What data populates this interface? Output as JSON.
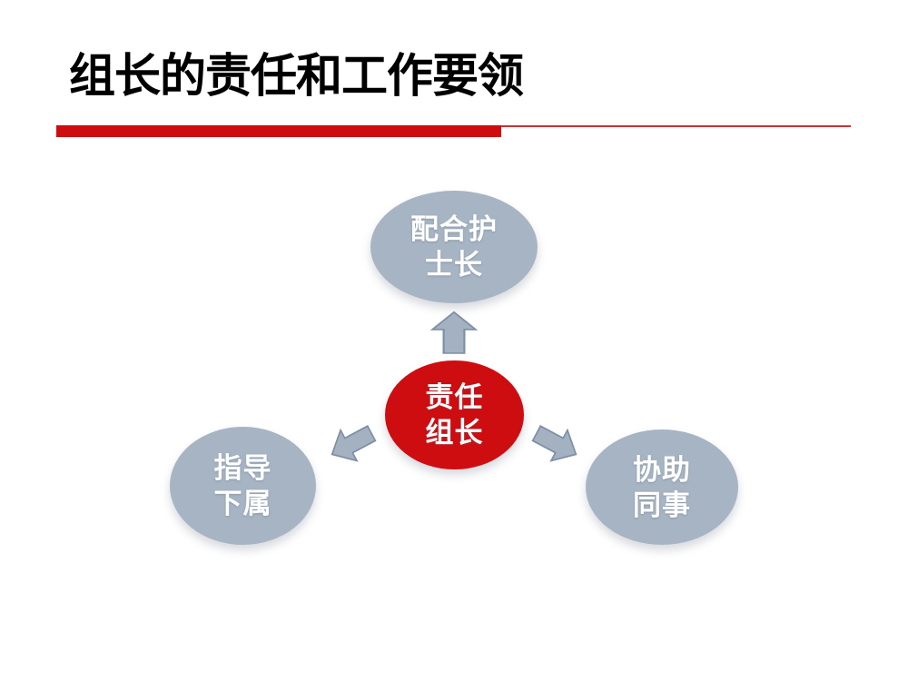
{
  "slide": {
    "title": "组长的责任和工作要领",
    "colors": {
      "accent_red": "#CE0D11",
      "underline_thin_red": "#CC3134",
      "node_gray": "#A7B4C3",
      "node_text_white": "#FFFFFF",
      "arrow_fill": "#A3B1C1",
      "arrow_stroke": "#7E8FA4",
      "title_black": "#000000"
    }
  },
  "diagram": {
    "center_node": {
      "line1": "责任",
      "line2": "组长"
    },
    "top_node": {
      "line1": "配合护",
      "line2": "士长"
    },
    "bottom_left_node": {
      "line1": "指导",
      "line2": "下属"
    },
    "bottom_right_node": {
      "line1": "协助",
      "line2": "同事"
    }
  }
}
